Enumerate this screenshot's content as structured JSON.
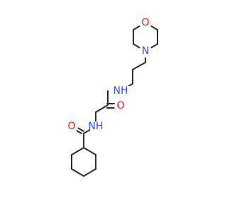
{
  "atoms": {
    "o_ring": {
      "label": "O",
      "color": "#ff0d0d"
    },
    "n_morpholine": {
      "label": "N",
      "color": "#3050f8"
    },
    "nh_upper": {
      "label": "NH",
      "color": "#3050f8"
    },
    "o_upper": {
      "label": "O",
      "color": "#ff0d0d"
    },
    "nh_lower": {
      "label": "NH",
      "color": "#3050f8"
    },
    "o_lower": {
      "label": "O",
      "color": "#ff0d0d"
    }
  },
  "colors": {
    "bond": "#2b2b2b",
    "background": "#ffffff"
  }
}
